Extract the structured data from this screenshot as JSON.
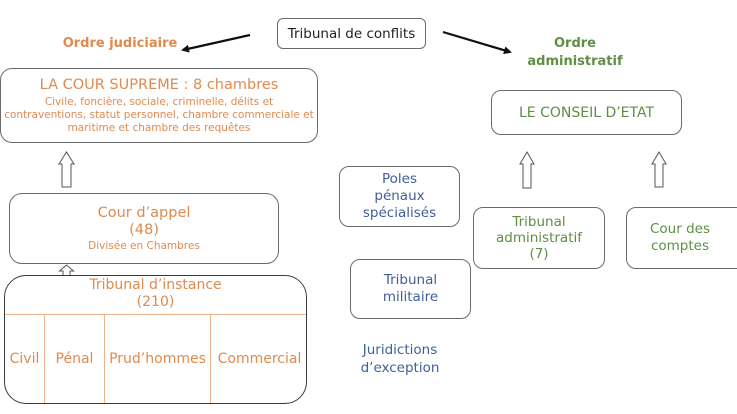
{
  "title_box": {
    "label": "Tribunal de conflits"
  },
  "headings": {
    "judiciaire": "Ordre judiciaire",
    "administratif_line1": "Ordre",
    "administratif_line2": "administratif"
  },
  "judiciaire": {
    "cour_supreme": {
      "title": "LA COUR SUPREME : 8 chambres",
      "details_line1": "Civile, foncière, sociale, criminelle, délits et",
      "details_line2": "contraventions, statut personnel, chambre commerciale et",
      "details_line3": "maritime et chambre des requêtes"
    },
    "cour_appel": {
      "title": "Cour d’appel",
      "count": "(48)",
      "note": "Divisée en Chambres"
    },
    "tribunal_instance": {
      "title": "Tribunal d’instance",
      "count": "(210)",
      "sections": [
        "Civil",
        "Pénal",
        "Prud’hommes",
        "Commercial"
      ]
    }
  },
  "exception": {
    "poles_line1": "Poles",
    "poles_line2": "pénaux",
    "poles_line3": "spécialisés",
    "militaire_line1": "Tribunal",
    "militaire_line2": "militaire",
    "label_line1": "Juridictions",
    "label_line2": "d’exception"
  },
  "administratif": {
    "conseil_etat": {
      "title": "LE CONSEIL D’ETAT"
    },
    "tribunal_admin": {
      "line1": "Tribunal",
      "line2": "administratif",
      "count": "(7)"
    },
    "cour_comptes": {
      "line1": "Cour des",
      "line2": "comptes"
    }
  },
  "colors": {
    "judiciaire": "#e08a4e",
    "administratif": "#5e8f45",
    "exception": "#3f5f9a",
    "border": "#6b6b6b"
  }
}
